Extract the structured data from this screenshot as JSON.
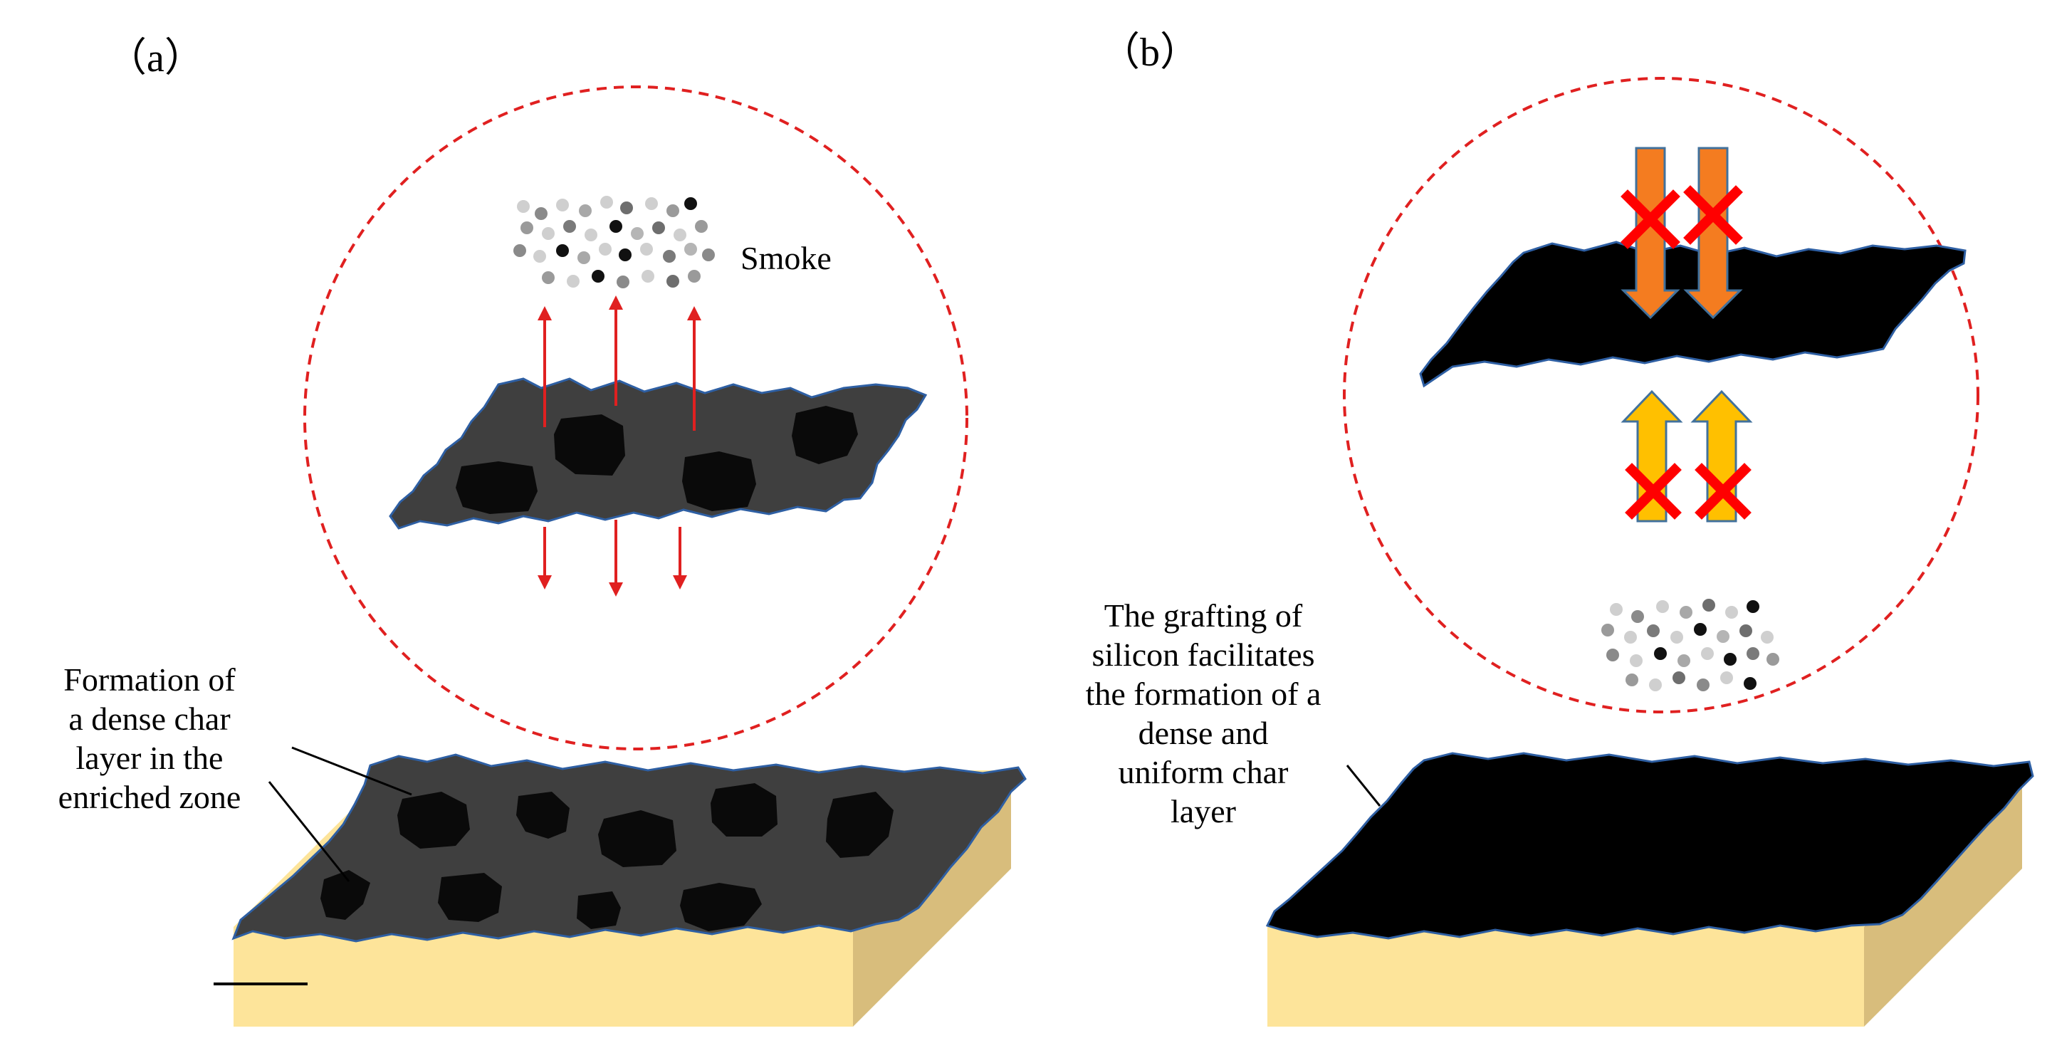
{
  "panel_a": {
    "label": "（a）",
    "smoke_label": "Smoke",
    "caption_lines": [
      "Formation of",
      "a dense char",
      "layer in the",
      "enriched zone"
    ]
  },
  "panel_b": {
    "label": "（b）",
    "caption_lines": [
      "The grafting of",
      "silicon facilitates",
      "the formation of a",
      "dense and",
      "uniform char",
      "layer"
    ]
  },
  "colors": {
    "substrate_top": "#fde49a",
    "substrate_side": "#d8bd7c",
    "char_porous": "#3f3f3f",
    "char_dense": "#000000",
    "char_outline": "#2e5fa3",
    "circle_dash": "#e02020",
    "escape_arrow": "#e02020",
    "blocked_x": "#ff0000",
    "arrow_down_fill": "#f47c20",
    "arrow_up_fill": "#ffc000",
    "arrow_outline": "#41719c"
  }
}
